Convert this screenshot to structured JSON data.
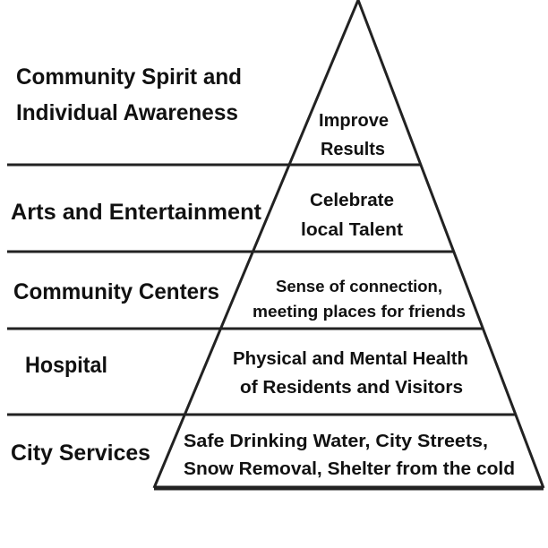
{
  "levels": [
    {
      "label": [
        "Community Spirit and",
        "Individual Awareness"
      ],
      "description": [
        "Improve",
        "Results"
      ]
    },
    {
      "label": [
        "Arts and Entertainment"
      ],
      "description": [
        "Celebrate",
        "local Talent"
      ]
    },
    {
      "label": [
        "Community Centers"
      ],
      "description": [
        "Sense of connection,",
        "meeting places for friends"
      ]
    },
    {
      "label": [
        "Hospital"
      ],
      "description": [
        "Physical and Mental Health",
        "of Residents and Visitors"
      ]
    },
    {
      "label": [
        "City Services"
      ],
      "description": [
        "Safe Drinking Water, City Streets,",
        "Snow Removal, Shelter from the cold"
      ]
    }
  ]
}
